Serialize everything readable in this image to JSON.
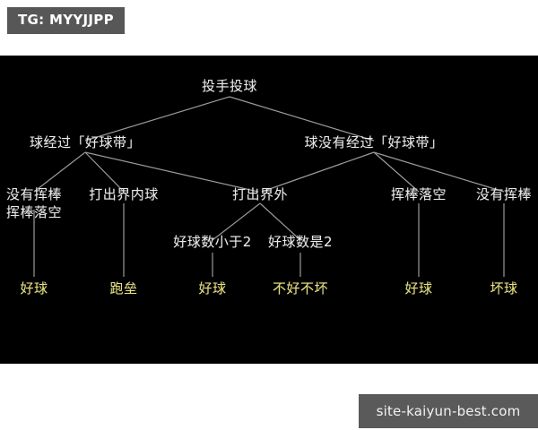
{
  "badge": {
    "label": "TG: MYYJJPP"
  },
  "watermark": {
    "label": "site-kaiyun-best.com"
  },
  "colors": {
    "canvas_background": "#000000",
    "page_background": "#ffffff",
    "node_text": "#e9e9e9",
    "leaf_text": "#e6e07c",
    "edge": "#9a9a9a",
    "badge_background": "#575757",
    "watermark_background": "#5a5a5a"
  },
  "diagram": {
    "type": "decision-tree",
    "nodes": {
      "root": "投手投球",
      "strike_zone_yes": "球经过「好球带」",
      "strike_zone_no": "球没有经过「好球带」",
      "no_swing_or_miss_line1": "没有挥棒",
      "no_swing_or_miss_line2": "挥棒落空",
      "fair_ball": "打出界内球",
      "foul_ball": "打出界外",
      "swing_miss_right": "挥棒落空",
      "no_swing_right": "没有挥棒",
      "strikes_less_than_2": "好球数小于2",
      "strikes_equal_2": "好球数是2",
      "leaf_strike_1": "好球",
      "leaf_run_bases": "跑垒",
      "leaf_strike_2": "好球",
      "leaf_neutral": "不好不坏",
      "leaf_strike_3": "好球",
      "leaf_ball": "坏球"
    }
  }
}
